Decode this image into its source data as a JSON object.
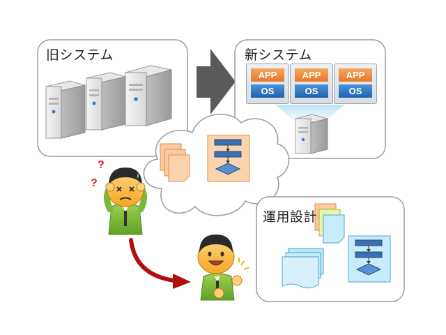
{
  "old_system": {
    "title": "旧システム"
  },
  "new_system": {
    "title": "新システム",
    "vm_chips": [
      {
        "app": "APP",
        "os": "OS"
      },
      {
        "app": "APP",
        "os": "OS"
      },
      {
        "app": "APP",
        "os": "OS"
      }
    ]
  },
  "ops_design": {
    "title": "運用設計"
  },
  "marks": {
    "question": "?"
  },
  "colors": {
    "panel_border": "#9a9a9a",
    "arrow_gray": "#5a5a5a",
    "arrow_red": "#b01010",
    "app_orange": "#ee8a3a",
    "os_blue": "#2a72bf",
    "shirt_green": "#7ab83a",
    "doc_orange": "#f7b987",
    "doc_blue": "#bfe6f7"
  }
}
